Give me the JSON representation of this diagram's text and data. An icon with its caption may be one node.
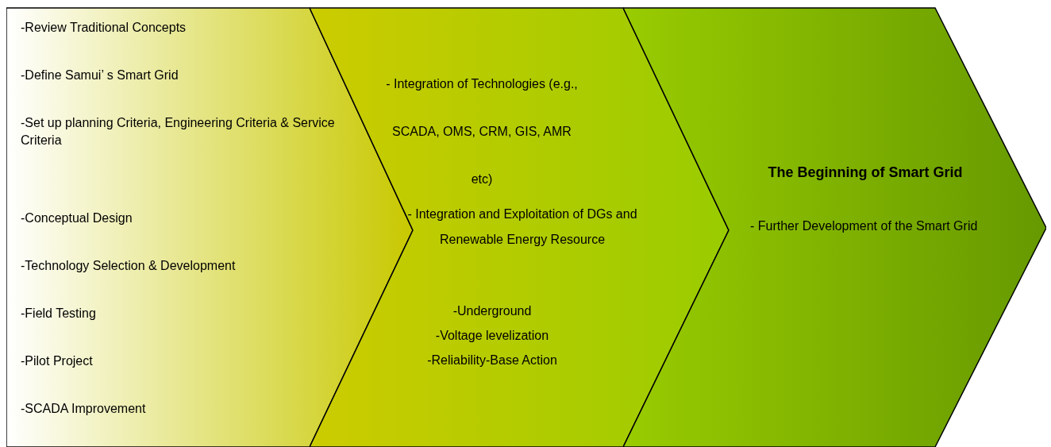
{
  "diagram": {
    "nodes": [
      {
        "text": [
          "-Review Traditional Concepts",
          "-Define Samui’ s Smart Grid",
          "-Set up planning Criteria, Engineering Criteria & Service Criteria",
          "-Conceptual Design",
          "-Technology Selection & Development",
          "-Field Testing",
          "-Pilot Project",
          "-SCADA Improvement"
        ]
      },
      {
        "text": [
          "- Integration of Technologies (e.g., SCADA, OMS, CRM, GIS, AMR etc)",
          "- Integration and Exploitation of DGs and Renewable Energy Resource",
          "-Underground",
          "-Voltage levelization",
          "-Reliability-Base Action"
        ]
      },
      {
        "text": [
          "The Beginning of Smart Grid",
          "- Further Development of the Smart Grid"
        ]
      }
    ]
  }
}
